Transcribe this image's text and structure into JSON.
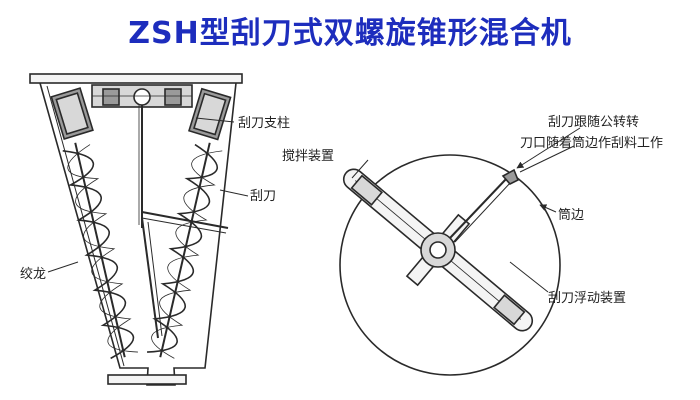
{
  "title": "ZSH型刮刀式双螺旋锥形混合机",
  "labels": {
    "scraper_post": "刮刀支柱",
    "scraper": "刮刀",
    "auger": "绞龙",
    "stirring_device": "搅拌装置",
    "scraper_follows_revolution": "刮刀跟随公转转",
    "blade_edge_scrapes_wall": "刀口随着筒边作刮料工作",
    "cylinder_wall": "筒边",
    "scraper_floating_device": "刮刀浮动装置"
  },
  "colors": {
    "title": "#1d2dbd",
    "line": "#2a2a2a",
    "fill_light": "#f4f4f4",
    "fill_mid": "#d8d8d8",
    "fill_dark": "#9a9a9a"
  }
}
